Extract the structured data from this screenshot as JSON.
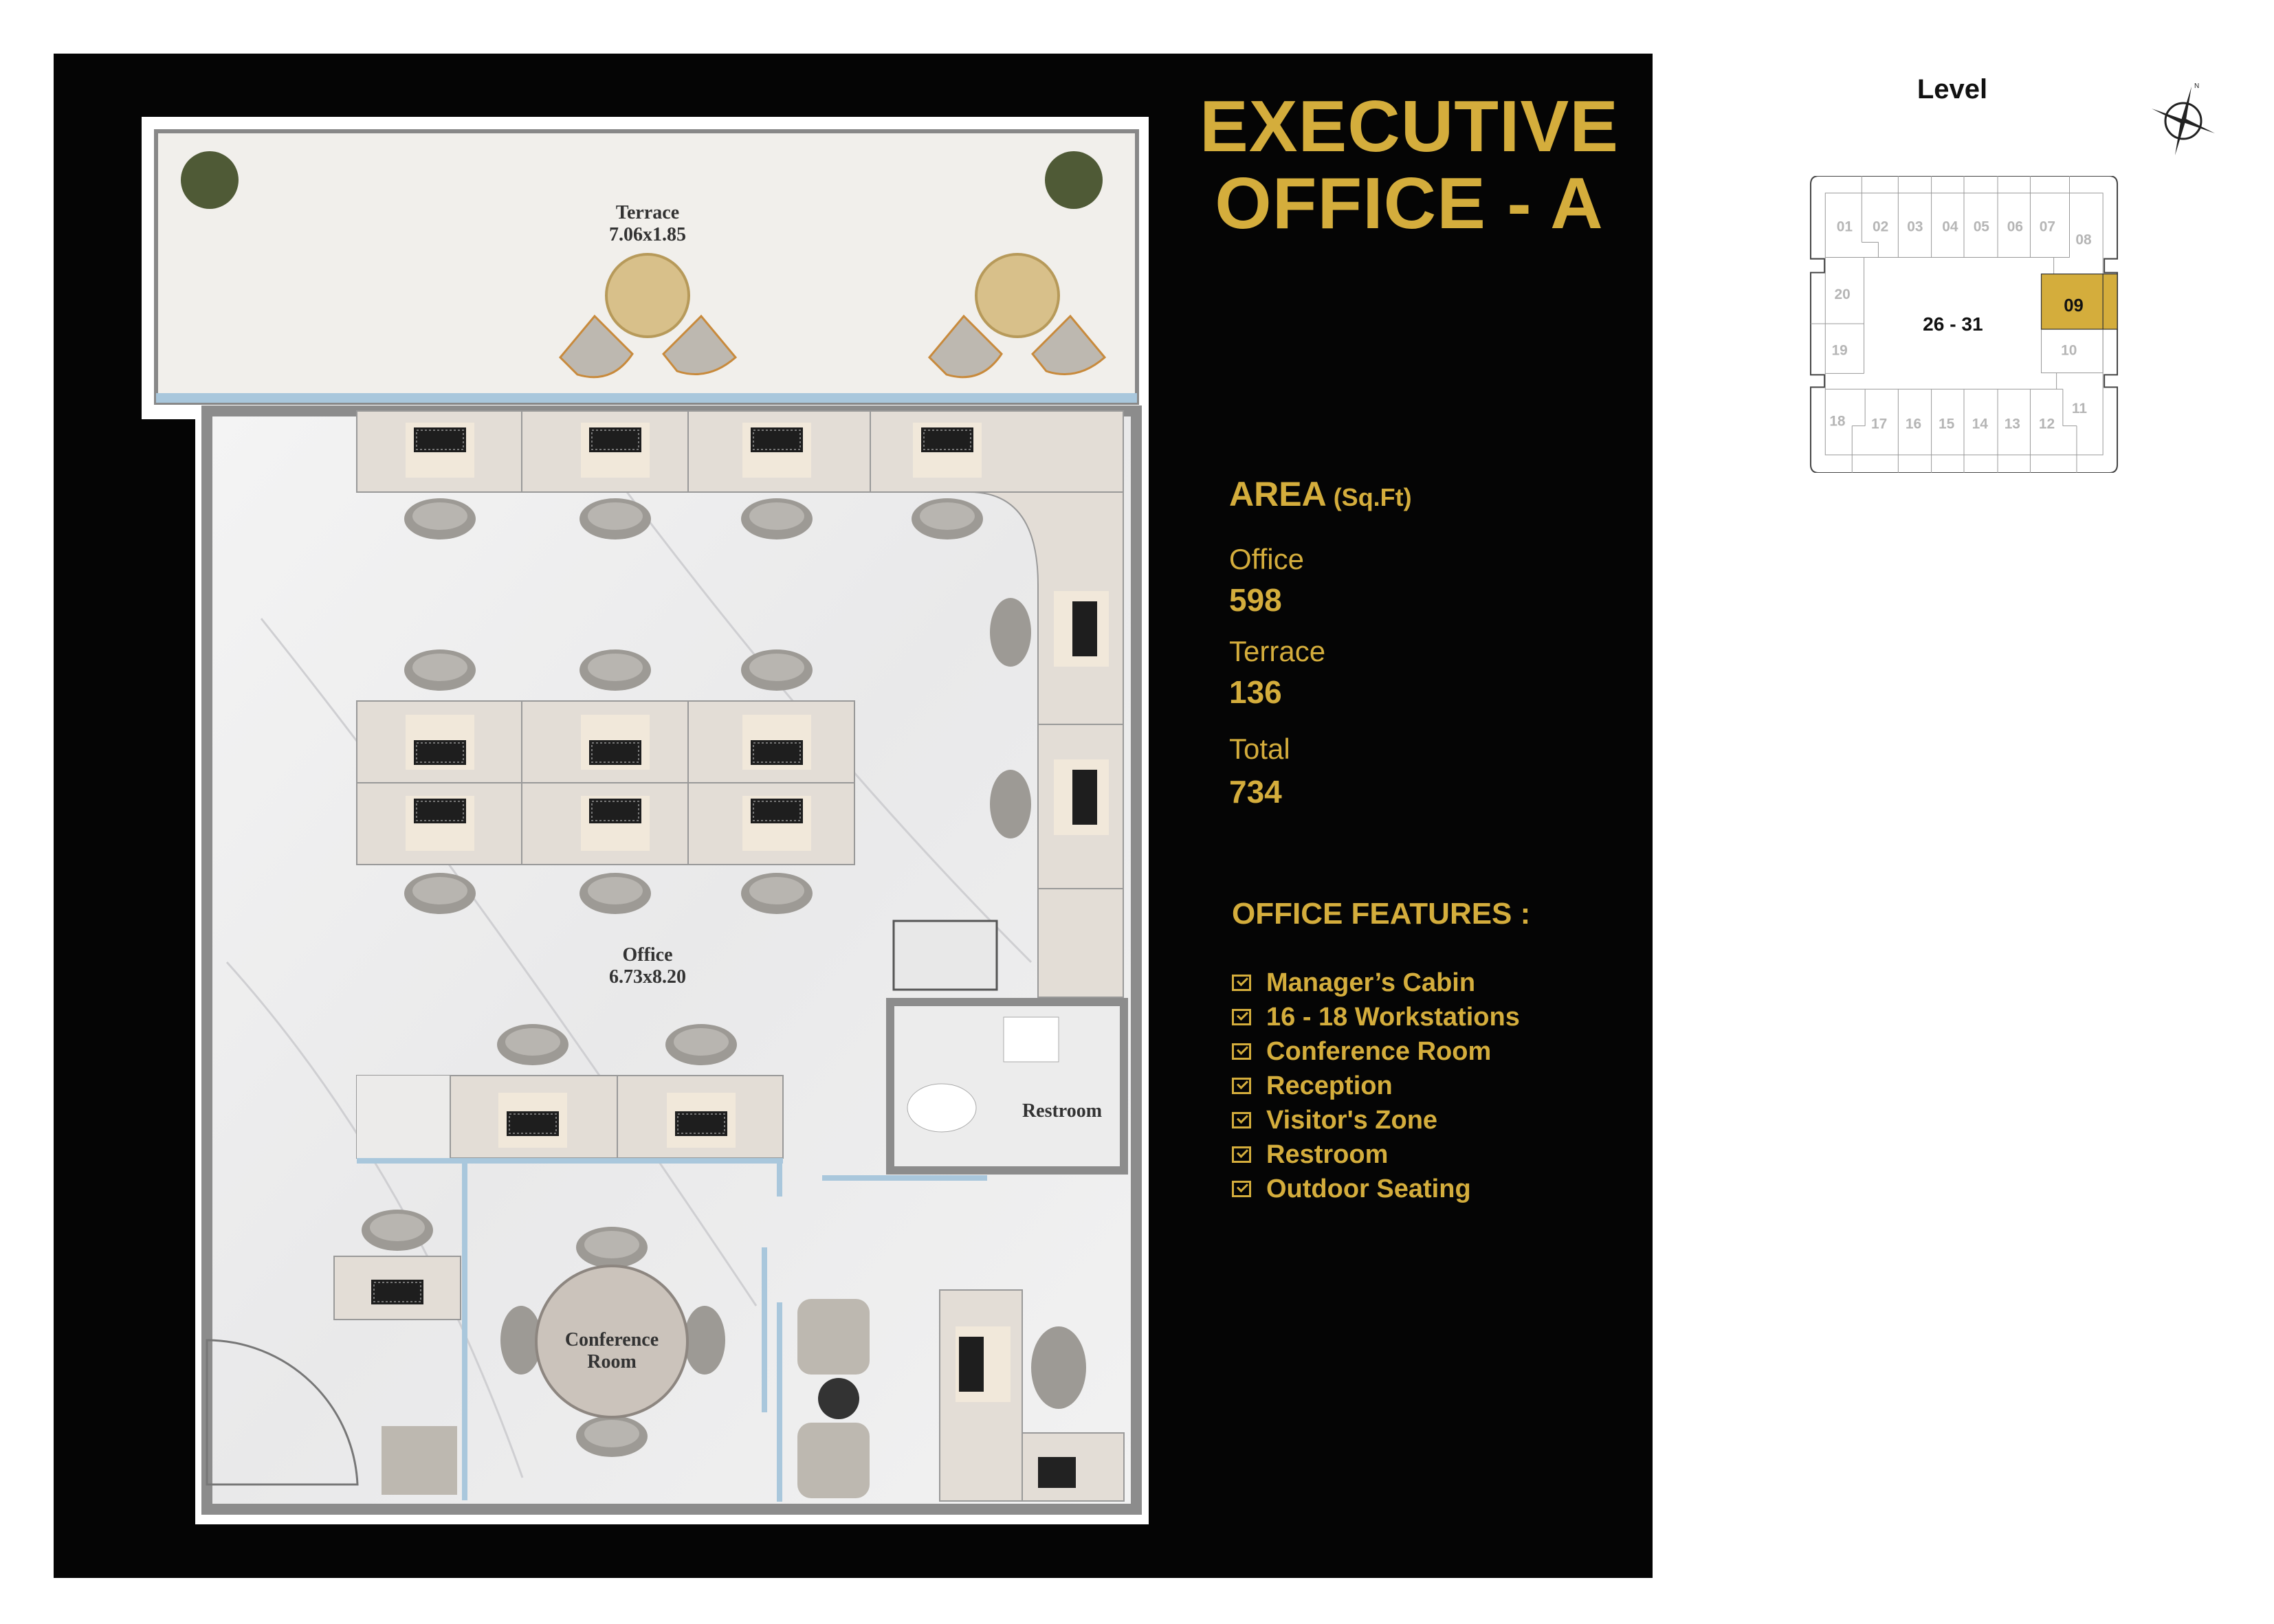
{
  "title": {
    "line1": "EXECUTIVE",
    "line2": "OFFICE - A"
  },
  "area": {
    "heading": "AREA",
    "unit": "(Sq.Ft)",
    "items": [
      {
        "label": "Office",
        "value": "598"
      },
      {
        "label": "Terrace",
        "value": "136"
      },
      {
        "label": "Total",
        "value": "734"
      }
    ]
  },
  "features": {
    "heading": "OFFICE FEATURES :",
    "items": [
      "Manager’s Cabin",
      "16 - 18 Workstations",
      "Conference Room",
      "Reception",
      "Visitor's Zone",
      "Restroom",
      "Outdoor Seating"
    ]
  },
  "floorplan": {
    "terrace_label": "Terrace",
    "terrace_dims": "7.06x1.85",
    "office_label": "Office",
    "office_dims": "6.73x8.20",
    "conference_line1": "Conference",
    "conference_line2": "Room",
    "restroom_label": "Restroom"
  },
  "level": {
    "title": "Level",
    "compass_north": "N",
    "floors": "26 - 31",
    "selected_unit": "09",
    "units_top": [
      "01",
      "02",
      "03",
      "04",
      "05",
      "06",
      "07",
      "08"
    ],
    "units_side_left": [
      "20",
      "19"
    ],
    "units_side_right": [
      "09",
      "10"
    ],
    "units_bottom": [
      "18",
      "17",
      "16",
      "15",
      "14",
      "13",
      "12",
      "11"
    ]
  },
  "colors": {
    "gold": "#d4ad3c",
    "panel": "#050505",
    "highlight": "#d4ad3c"
  }
}
